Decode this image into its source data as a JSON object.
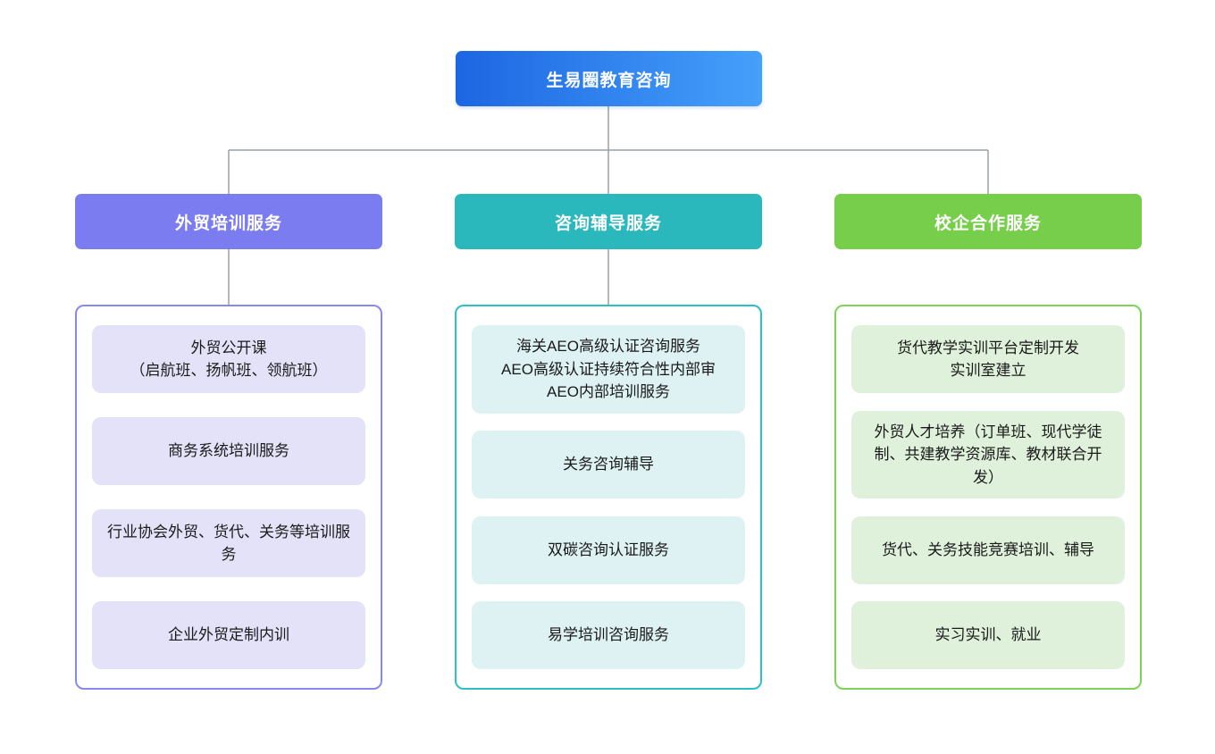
{
  "page": {
    "background": "#ffffff",
    "connector_color": "#98a0a8"
  },
  "root_node": {
    "label": "生易圈教育咨询",
    "gradient_start": "#1d66e2",
    "gradient_end": "#45a0fa",
    "text_color": "#ffffff"
  },
  "branches": [
    {
      "label": "外贸培训服务",
      "header_color": "#7b7cf0",
      "container_border_color": "#8789f1",
      "item_background": "#e3e2f9",
      "items": [
        {
          "text": "外贸公开课\n（启航班、扬帆班、领航班）"
        },
        {
          "text": "商务系统培训服务"
        },
        {
          "text": "行业协会外贸、货代、关务等培训服务"
        },
        {
          "text": "企业外贸定制内训"
        }
      ]
    },
    {
      "label": "咨询辅导服务",
      "header_color": "#2bb8bd",
      "container_border_color": "#2cc0c4",
      "item_background": "#def1f3",
      "items": [
        {
          "text": "海关AEO高级认证咨询服务\nAEO高级认证持续符合性内部审\nAEO内部培训服务"
        },
        {
          "text": "关务咨询辅导"
        },
        {
          "text": "双碳咨询认证服务"
        },
        {
          "text": "易学培训咨询服务"
        }
      ]
    },
    {
      "label": "校企合作服务",
      "header_color": "#76ce4a",
      "container_border_color": "#7dd357",
      "item_background": "#dff0db",
      "items": [
        {
          "text": "货代教学实训平台定制开发\n实训室建立"
        },
        {
          "text": "外贸人才培养（订单班、现代学徒制、共建教学资源库、教材联合开发）"
        },
        {
          "text": "货代、关务技能竞赛培训、辅导"
        },
        {
          "text": "实习实训、就业"
        }
      ]
    }
  ]
}
